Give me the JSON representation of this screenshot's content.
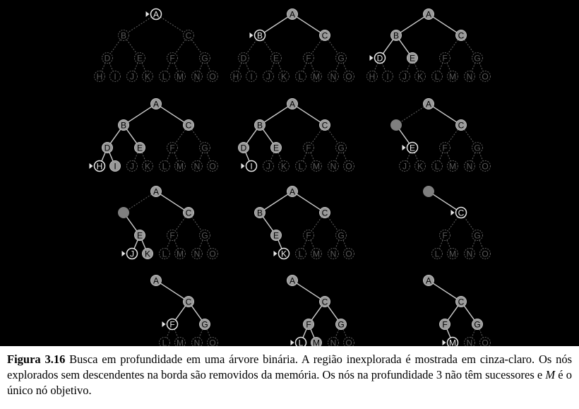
{
  "figure": {
    "label": "Figura 3.16",
    "caption_before_m": "Busca em profundidade em uma árvore binária. A região inexplorada é mostrada em cinza-claro. Os nós explorados sem descendentes na borda são removidos da memória. Os nós na profundidade 3 não têm sucessores e ",
    "caption_m": "M",
    "caption_after_m": " é o único nó objetivo."
  },
  "tree": {
    "nodes": [
      "A",
      "B",
      "C",
      "D",
      "E",
      "F",
      "G",
      "H",
      "I",
      "J",
      "K",
      "L",
      "M",
      "N",
      "O"
    ]
  },
  "steps": [
    {
      "explored": [
        "A"
      ],
      "removed": [],
      "blank": [],
      "current": "A"
    },
    {
      "explored": [
        "A",
        "B",
        "C"
      ],
      "removed": [],
      "blank": [],
      "current": "B"
    },
    {
      "explored": [
        "A",
        "B",
        "C",
        "D",
        "E"
      ],
      "removed": [],
      "blank": [],
      "current": "D"
    },
    {
      "explored": [
        "A",
        "B",
        "C",
        "D",
        "E",
        "H",
        "I"
      ],
      "removed": [],
      "blank": [],
      "current": "H"
    },
    {
      "explored": [
        "A",
        "B",
        "C",
        "D",
        "E",
        "I"
      ],
      "removed": [
        "H"
      ],
      "blank": [],
      "current": "I"
    },
    {
      "explored": [
        "A",
        "C",
        "E"
      ],
      "removed": [
        "D",
        "H",
        "I"
      ],
      "blank": [
        "B"
      ],
      "current": "E"
    },
    {
      "explored": [
        "A",
        "C",
        "E",
        "J",
        "K"
      ],
      "removed": [
        "D",
        "H",
        "I"
      ],
      "blank": [
        "B"
      ],
      "current": "J"
    },
    {
      "explored": [
        "A",
        "B",
        "C",
        "E",
        "K"
      ],
      "removed": [
        "D",
        "H",
        "I",
        "J"
      ],
      "blank": [],
      "current": "K"
    },
    {
      "explored": [
        "C"
      ],
      "removed": [
        "B",
        "D",
        "E",
        "H",
        "I",
        "J",
        "K"
      ],
      "blank": [
        "A"
      ],
      "current": "C"
    },
    {
      "explored": [
        "A",
        "C",
        "F",
        "G"
      ],
      "removed": [
        "B",
        "D",
        "E",
        "H",
        "I",
        "J",
        "K"
      ],
      "blank": [],
      "current": "F"
    },
    {
      "explored": [
        "A",
        "C",
        "F",
        "G",
        "L",
        "M"
      ],
      "removed": [
        "B",
        "D",
        "E",
        "H",
        "I",
        "J",
        "K"
      ],
      "blank": [],
      "current": "L"
    },
    {
      "explored": [
        "A",
        "C",
        "F",
        "G",
        "M"
      ],
      "removed": [
        "B",
        "D",
        "E",
        "H",
        "I",
        "J",
        "K",
        "L"
      ],
      "blank": [],
      "current": "M"
    }
  ]
}
